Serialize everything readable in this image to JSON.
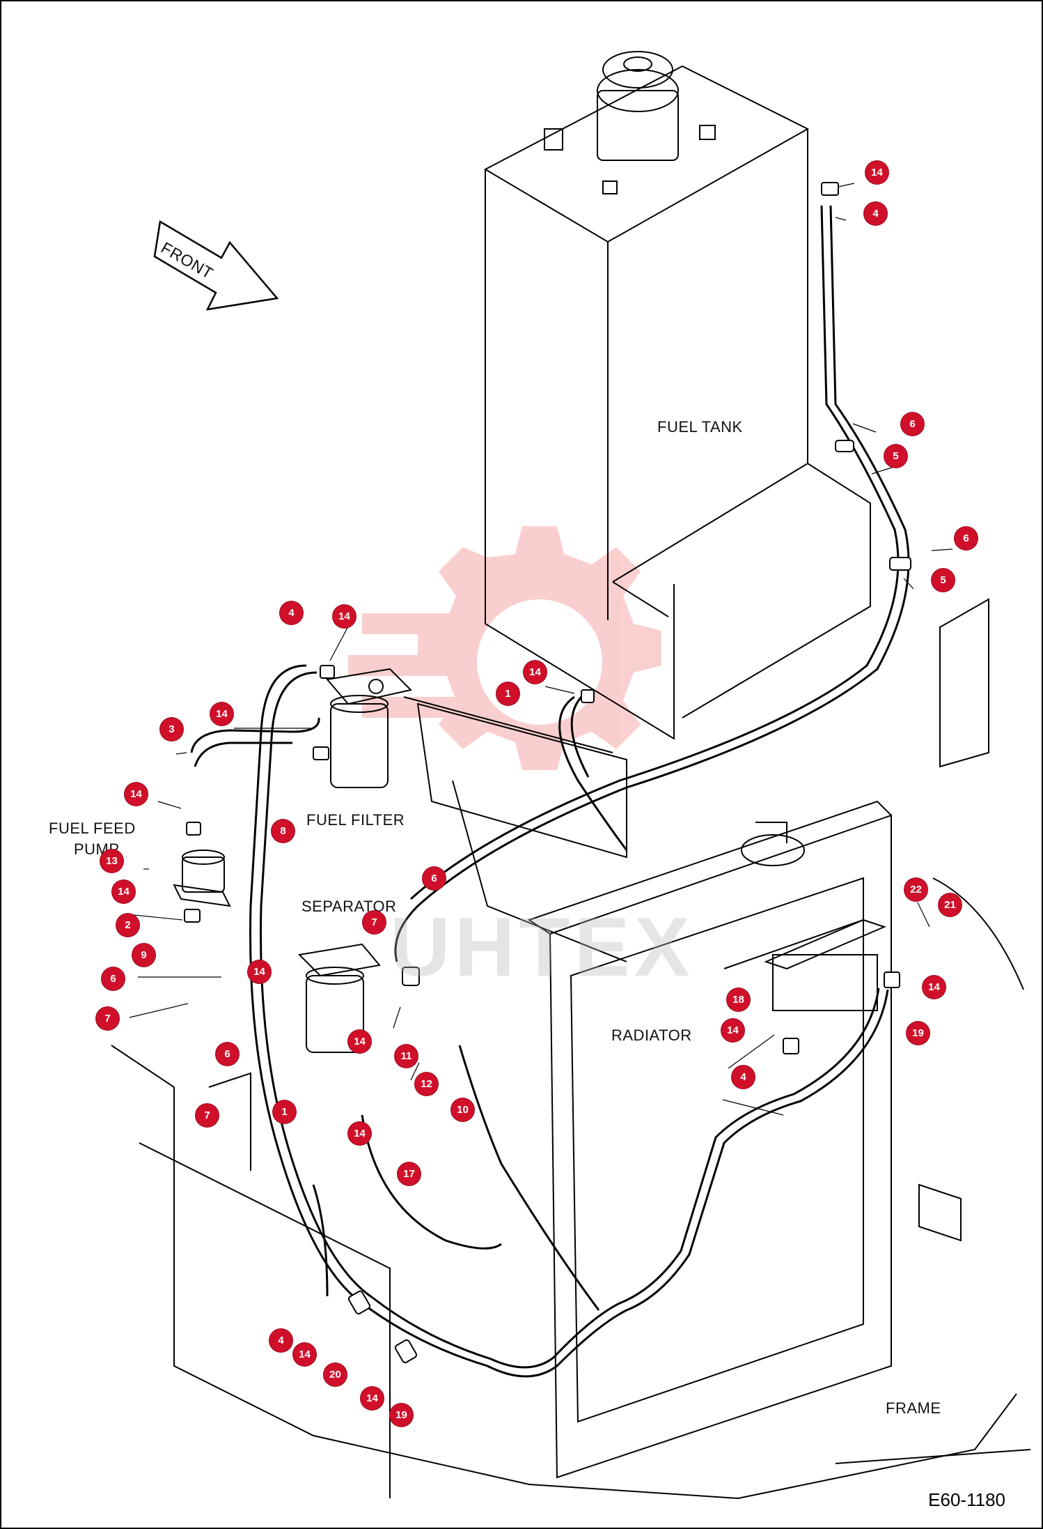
{
  "document_id": "E60-1180",
  "watermark": "UHTEX",
  "direction_arrow": "FRONT",
  "component_labels": {
    "fuel_tank": "FUEL TANK",
    "fuel_filter": "FUEL FILTER",
    "fuel_feed_pump_line1": "FUEL FEED",
    "fuel_feed_pump_line2": "PUMP",
    "separator": "SEPARATOR",
    "radiator": "RADIATOR",
    "frame": "FRAME"
  },
  "callouts": [
    "14",
    "4",
    "6",
    "5",
    "6",
    "5",
    "4",
    "14",
    "14",
    "1",
    "14",
    "3",
    "14",
    "8",
    "13",
    "14",
    "6",
    "2",
    "7",
    "9",
    "14",
    "6",
    "7",
    "6",
    "7",
    "14",
    "1",
    "11",
    "12",
    "10",
    "14",
    "17",
    "22",
    "21",
    "14",
    "18",
    "14",
    "19",
    "4",
    "4",
    "14",
    "20",
    "14",
    "19"
  ],
  "colors": {
    "callout_fill": "#d0102a",
    "line_art": "#000000",
    "watermark": "#e8262b"
  }
}
